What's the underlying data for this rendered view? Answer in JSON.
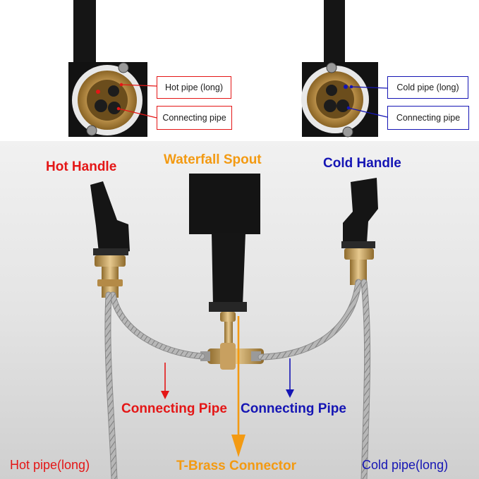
{
  "colors": {
    "hot": "#e41616",
    "cold": "#1515b4",
    "orange": "#f39a12",
    "black": "#141414",
    "brass": "#c59a52",
    "hose": "#a7a7a7"
  },
  "top_panels": {
    "left": {
      "icon": "valve-cartridge-hot-icon",
      "callout_top": "Hot pipe (long)",
      "callout_bottom": "Connecting pipe"
    },
    "right": {
      "icon": "valve-cartridge-cold-icon",
      "callout_top": "Cold pipe (long)",
      "callout_bottom": "Connecting pipe"
    }
  },
  "labels": {
    "hot_handle": "Hot Handle",
    "waterfall_spout": "Waterfall Spout",
    "cold_handle": "Cold Handle",
    "connecting_pipe_left": "Connecting Pipe",
    "connecting_pipe_right": "Connecting Pipe",
    "hot_pipe_long": "Hot pipe(long)",
    "t_brass_connector": "T-Brass Connector",
    "cold_pipe_long": "Cold pipe(long)"
  }
}
